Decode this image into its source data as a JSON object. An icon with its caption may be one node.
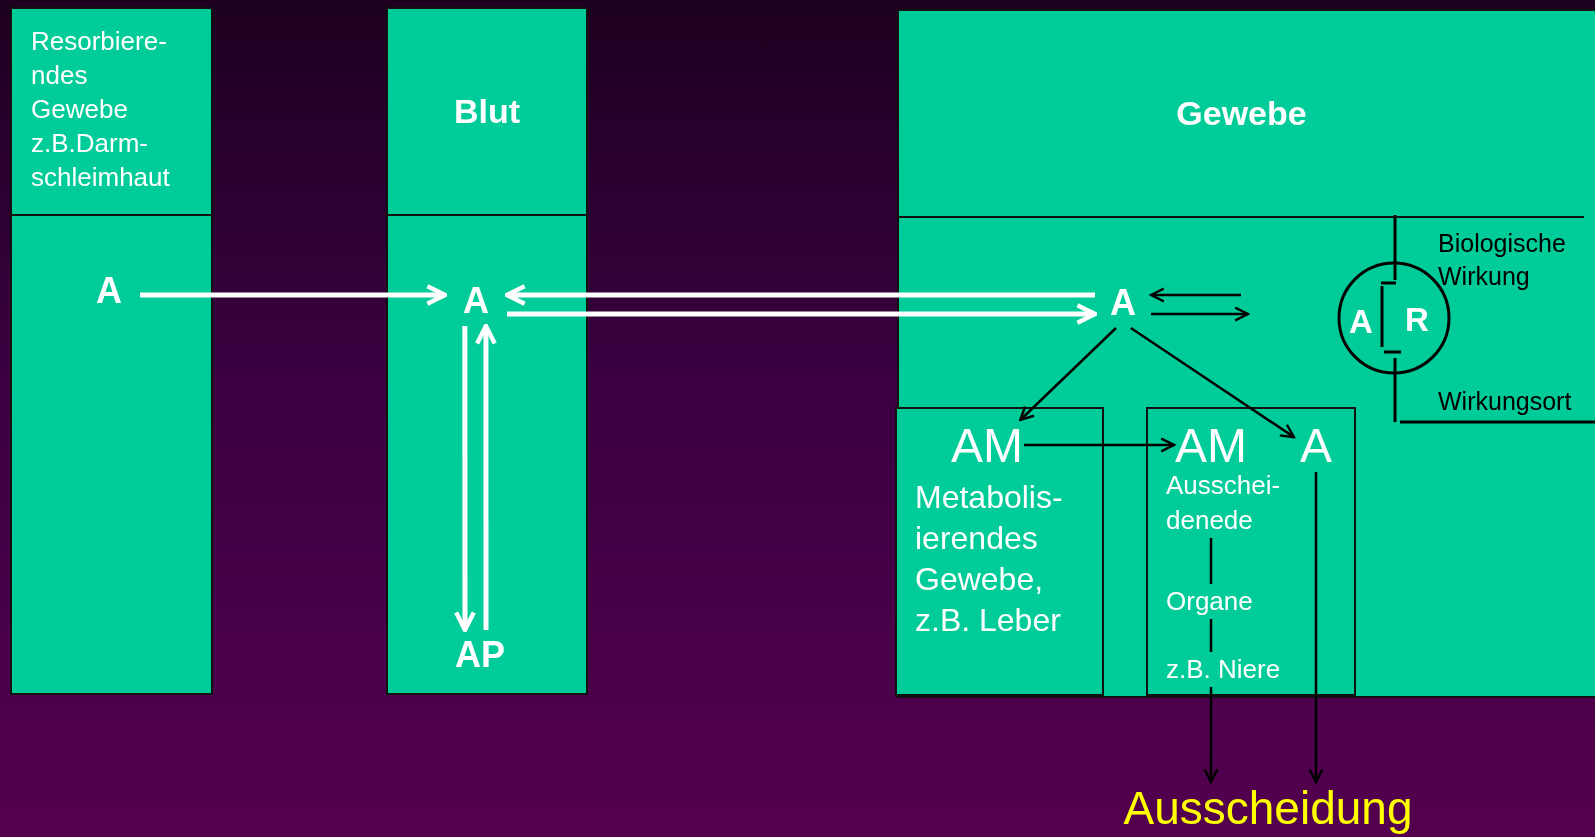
{
  "diagram": {
    "nodes": [
      {
        "text": [
          "Resorbiere- ndes Gewebe z.B.Darm- schleimhaut"
        ]
      },
      {
        "text": [
          "A"
        ],
        "in": 0
      },
      {
        "text": [
          "Blut"
        ]
      },
      {
        "text": [
          "A"
        ],
        "in": 2
      },
      {
        "text": [
          "AP"
        ],
        "in": 2
      },
      {
        "text": [
          "Gewebe"
        ]
      },
      {
        "text": [
          "A"
        ],
        "in": 5
      },
      {
        "text": [
          "Metabolis- ierendes Gewebe, z.B. Leber"
        ],
        "in": 5
      },
      {
        "text": [
          "AM"
        ],
        "in": 7
      },
      {
        "text": [
          "Ausschei- denede",
          "Organe",
          "z.B. Niere"
        ],
        "in": 5
      },
      {
        "text": [
          "AM"
        ],
        "in": 9
      },
      {
        "text": [
          "A"
        ],
        "in": 9
      },
      {
        "text": [
          "A",
          "R"
        ],
        "in": 5,
        "beside": [
          "Biologische Wirkung",
          "Wirkungsort"
        ]
      },
      {
        "text": [
          "Ausscheidung"
        ]
      }
    ],
    "edges": [
      {
        "from": 1,
        "to": 3,
        "arrow": "to",
        "style": "thick",
        "color": "#ffffff"
      },
      {
        "from": 6,
        "to": 3,
        "arrow": "to",
        "style": "thick",
        "color": "#ffffff"
      },
      {
        "from": 3,
        "to": 6,
        "arrow": "to",
        "style": "thick",
        "color": "#ffffff"
      },
      {
        "from": 3,
        "to": 4,
        "arrow": "to",
        "style": "thick",
        "color": "#ffffff"
      },
      {
        "from": 4,
        "to": 3,
        "arrow": "to",
        "style": "thick",
        "color": "#ffffff"
      },
      {
        "from": 6,
        "to": 8,
        "arrow": "to"
      },
      {
        "from": 6,
        "to": 11,
        "arrow": "to"
      },
      {
        "from": 8,
        "to": 10,
        "arrow": "to"
      },
      {
        "from": 10,
        "to": 13,
        "arrow": "to"
      },
      {
        "from": 11,
        "to": 13,
        "arrow": "to"
      },
      {
        "from": null,
        "to": 6,
        "arrow": "to"
      },
      {
        "from": 6,
        "to": null,
        "arrow": "to"
      }
    ]
  }
}
